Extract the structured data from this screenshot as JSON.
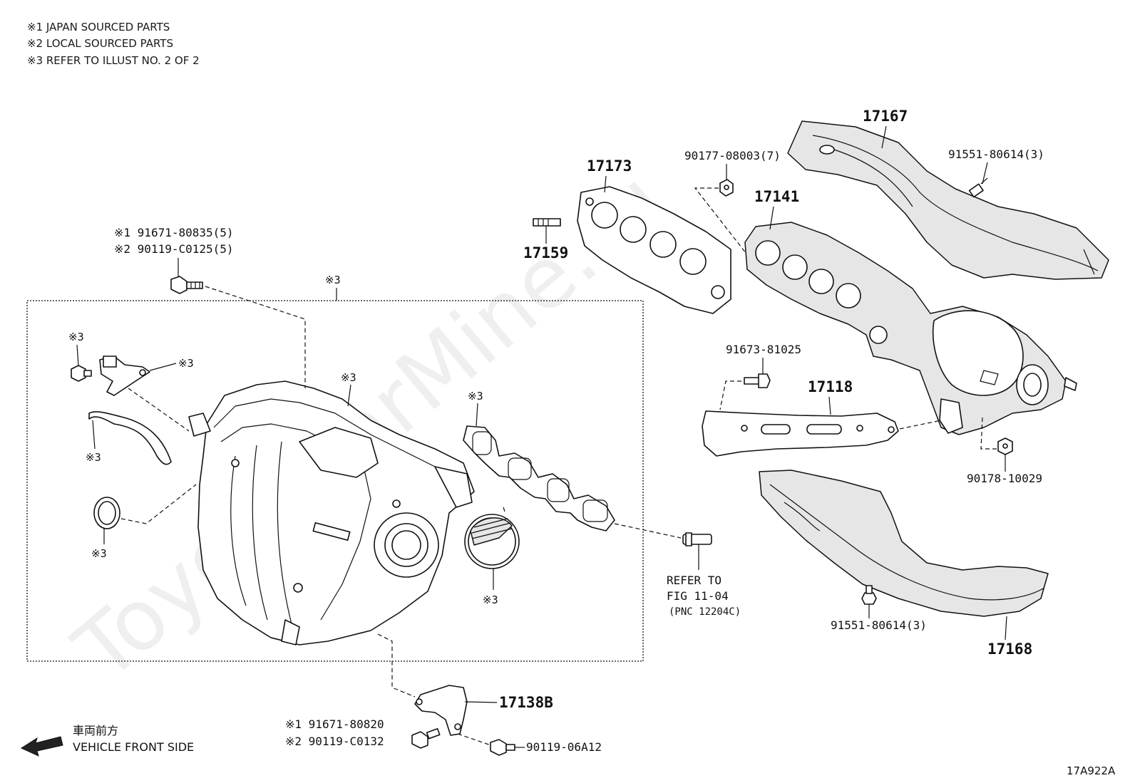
{
  "notes": [
    "※1 JAPAN SOURCED PARTS",
    "※2 LOCAL SOURCED PARTS",
    "※3 REFER TO ILLUST NO. 2 OF 2"
  ],
  "watermark": "ToyotaCarMine.ru",
  "ref_mark": "※3",
  "parts": {
    "p17167": "17167",
    "p91551_top": "91551-80614(3)",
    "p90177": "90177-08003(7)",
    "p17173": "17173",
    "p17141": "17141",
    "p17159": "17159",
    "p91671_80835": "※1 91671-80835(5)",
    "p90119_c0125": "※2 90119-C0125(5)",
    "p91673": "91673-81025",
    "p17118": "17118",
    "p90178": "90178-10029",
    "p91551_bot": "91551-80614(3)",
    "p17168": "17168",
    "p17138b": "17138B",
    "p91671_80820": "※1 91671-80820",
    "p90119_c0132": "※2 90119-C0132",
    "p90119_06a12": "90119-06A12"
  },
  "refer": {
    "line1": "REFER TO",
    "line2": "FIG 11-04",
    "line3": "(PNC 12204C)"
  },
  "direction": {
    "jp": "車両前方",
    "en": "VEHICLE FRONT SIDE"
  },
  "illust_code": "17A922A"
}
